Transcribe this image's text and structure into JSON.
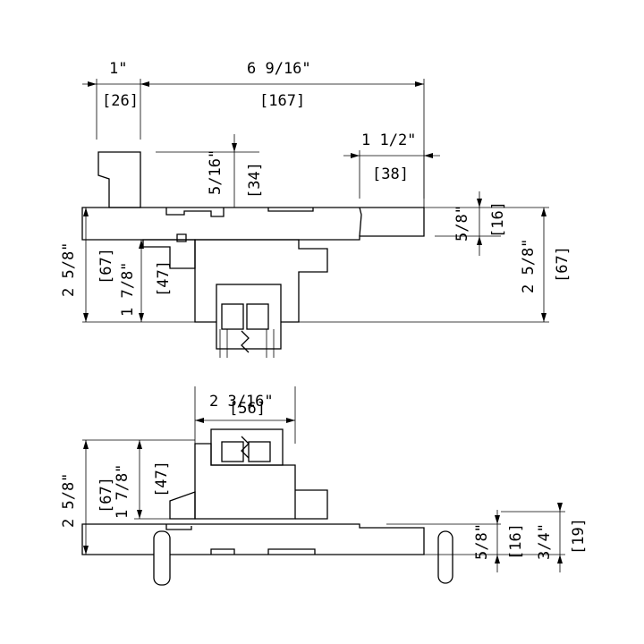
{
  "dimensions": {
    "top_width_in": "1\"",
    "top_width_mm": "[26]",
    "overall_width_in": "6 9/16\"",
    "overall_width_mm": "[167]",
    "right_section_in": "1 1/2\"",
    "right_section_mm": "[38]",
    "cap_height_in": "5/16\"",
    "cap_height_mm": "[34]",
    "right_thickness_in": "5/8\"",
    "right_thickness_mm": "[16]",
    "height_left_in": "2 5/8\"",
    "height_left_mm": "[67]",
    "inner_height_in": "1 7/8\"",
    "inner_height_mm": "[47]",
    "height_right_in": "2 5/8\"",
    "height_right_mm": "[67]",
    "gap_width_in": "2 3/16\"",
    "gap_width_mm": "[56]",
    "bottom_height_in": "2 5/8\"",
    "bottom_height_mm": "[67]",
    "bottom_inner_in": "1 7/8\"",
    "bottom_inner_mm": "[47]",
    "bottom_right_thickness_in": "5/8\"",
    "bottom_right_thickness_mm": "[16]",
    "bottom_step_in": "3/4\"",
    "bottom_step_mm": "[19]"
  }
}
